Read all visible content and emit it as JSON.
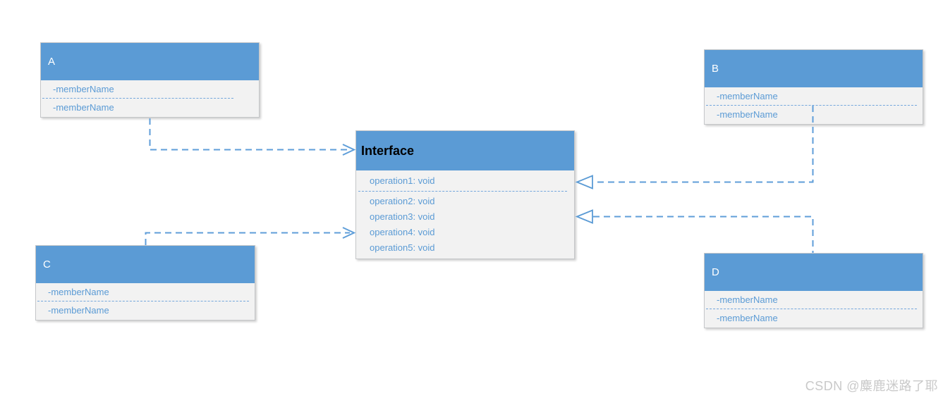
{
  "diagram": {
    "colors": {
      "header_fill": "#5b9bd5",
      "body_fill": "#f2f2f2",
      "box_border": "#c5c7c9",
      "member_text": "#5b9bd5",
      "connector_line": "#5f9ed9",
      "class_title_text": "#ffffff",
      "interface_title_text": "#000000",
      "watermark_text": "#c9c9c9",
      "background": "#ffffff"
    },
    "classes": {
      "a": {
        "name": "A",
        "members": [
          "-memberName",
          "-memberName"
        ]
      },
      "b": {
        "name": "B",
        "members": [
          "-memberName",
          "-memberName"
        ]
      },
      "c": {
        "name": "C",
        "members": [
          "-memberName",
          "-memberName"
        ]
      },
      "d": {
        "name": "D",
        "members": [
          "-memberName",
          "-memberName"
        ]
      },
      "interface": {
        "name": "Interface",
        "operations": [
          "operation1: void",
          "operation2: void",
          "operation3: void",
          "operation4: void",
          "operation5: void"
        ]
      }
    },
    "edges": [
      {
        "from": "A",
        "to": "Interface",
        "line": "dashed",
        "arrowhead": "open-arrow"
      },
      {
        "from": "C",
        "to": "Interface",
        "line": "dashed",
        "arrowhead": "open-arrow"
      },
      {
        "from": "B",
        "to": "Interface",
        "line": "dashed",
        "arrowhead": "hollow-triangle"
      },
      {
        "from": "D",
        "to": "Interface",
        "line": "dashed",
        "arrowhead": "hollow-triangle"
      }
    ],
    "watermark": "CSDN @麋鹿迷路了耶"
  }
}
